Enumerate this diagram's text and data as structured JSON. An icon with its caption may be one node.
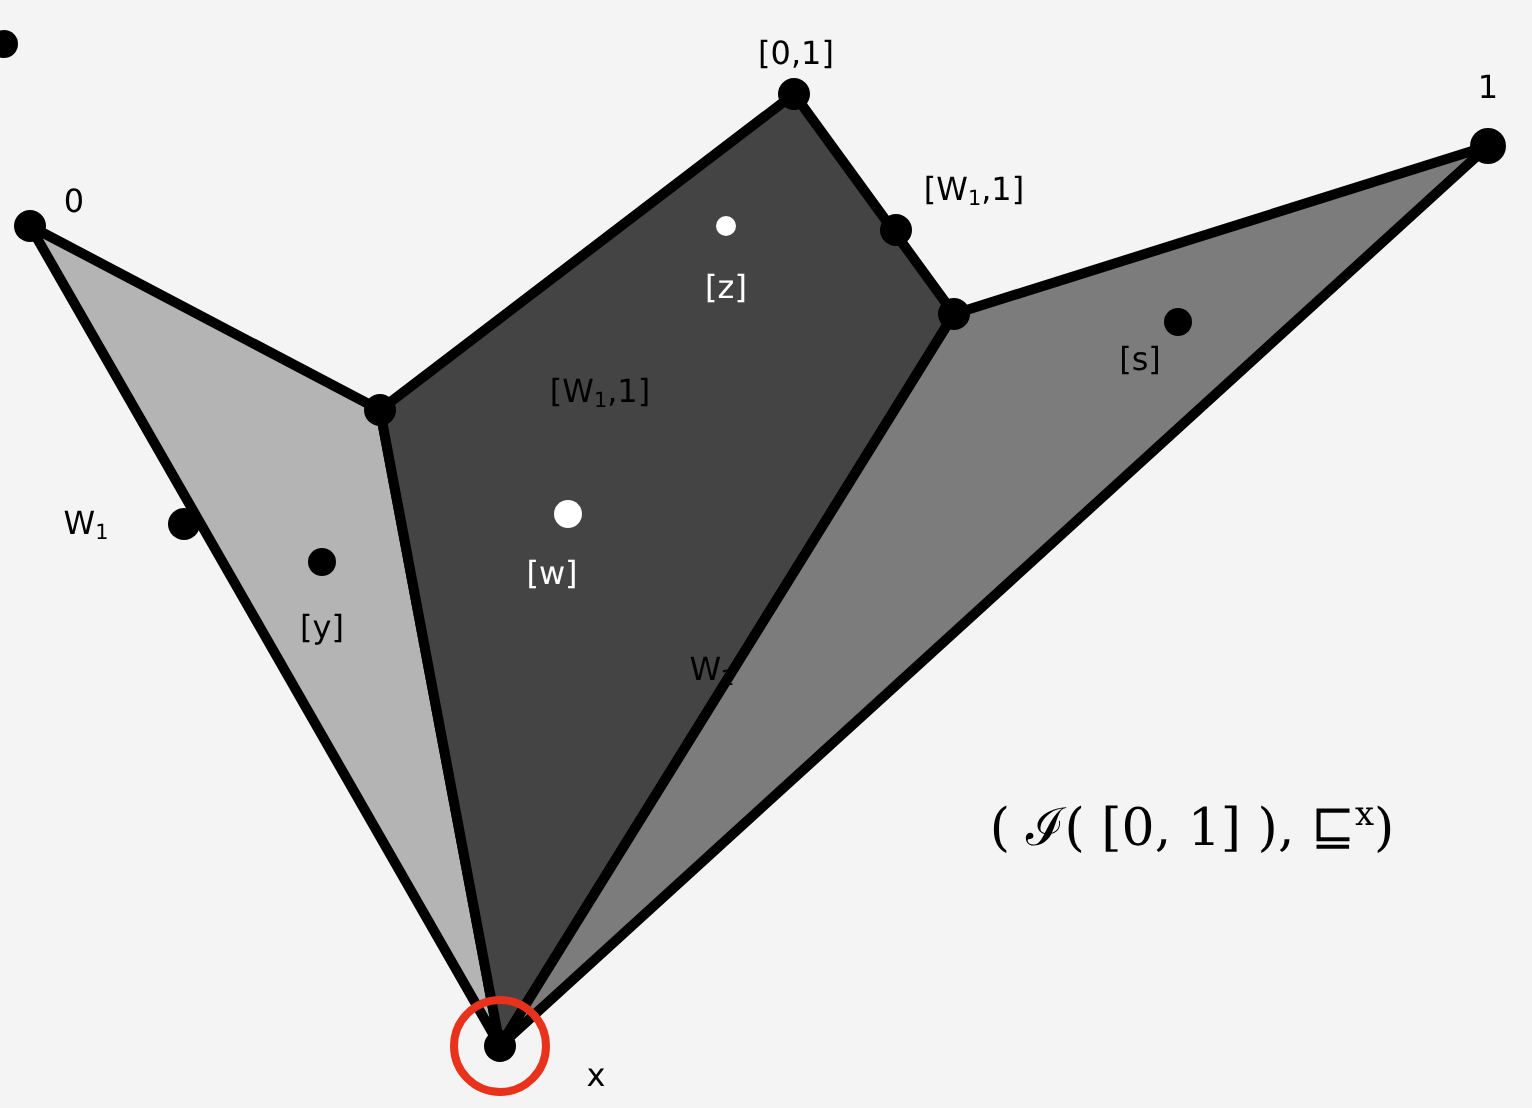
{
  "diagram": {
    "labels": [
      "[0,1]",
      "1",
      "[W$_{1}$,1]",
      "0",
      "[z]",
      "[s]",
      "[W$_{1}$,1]",
      "W$_{1}$",
      "[w]",
      "[y]",
      "W$_{2}$",
      "( ℐ( [0, 1] ), ⊑$^{x}$)",
      "x"
    ]
  }
}
